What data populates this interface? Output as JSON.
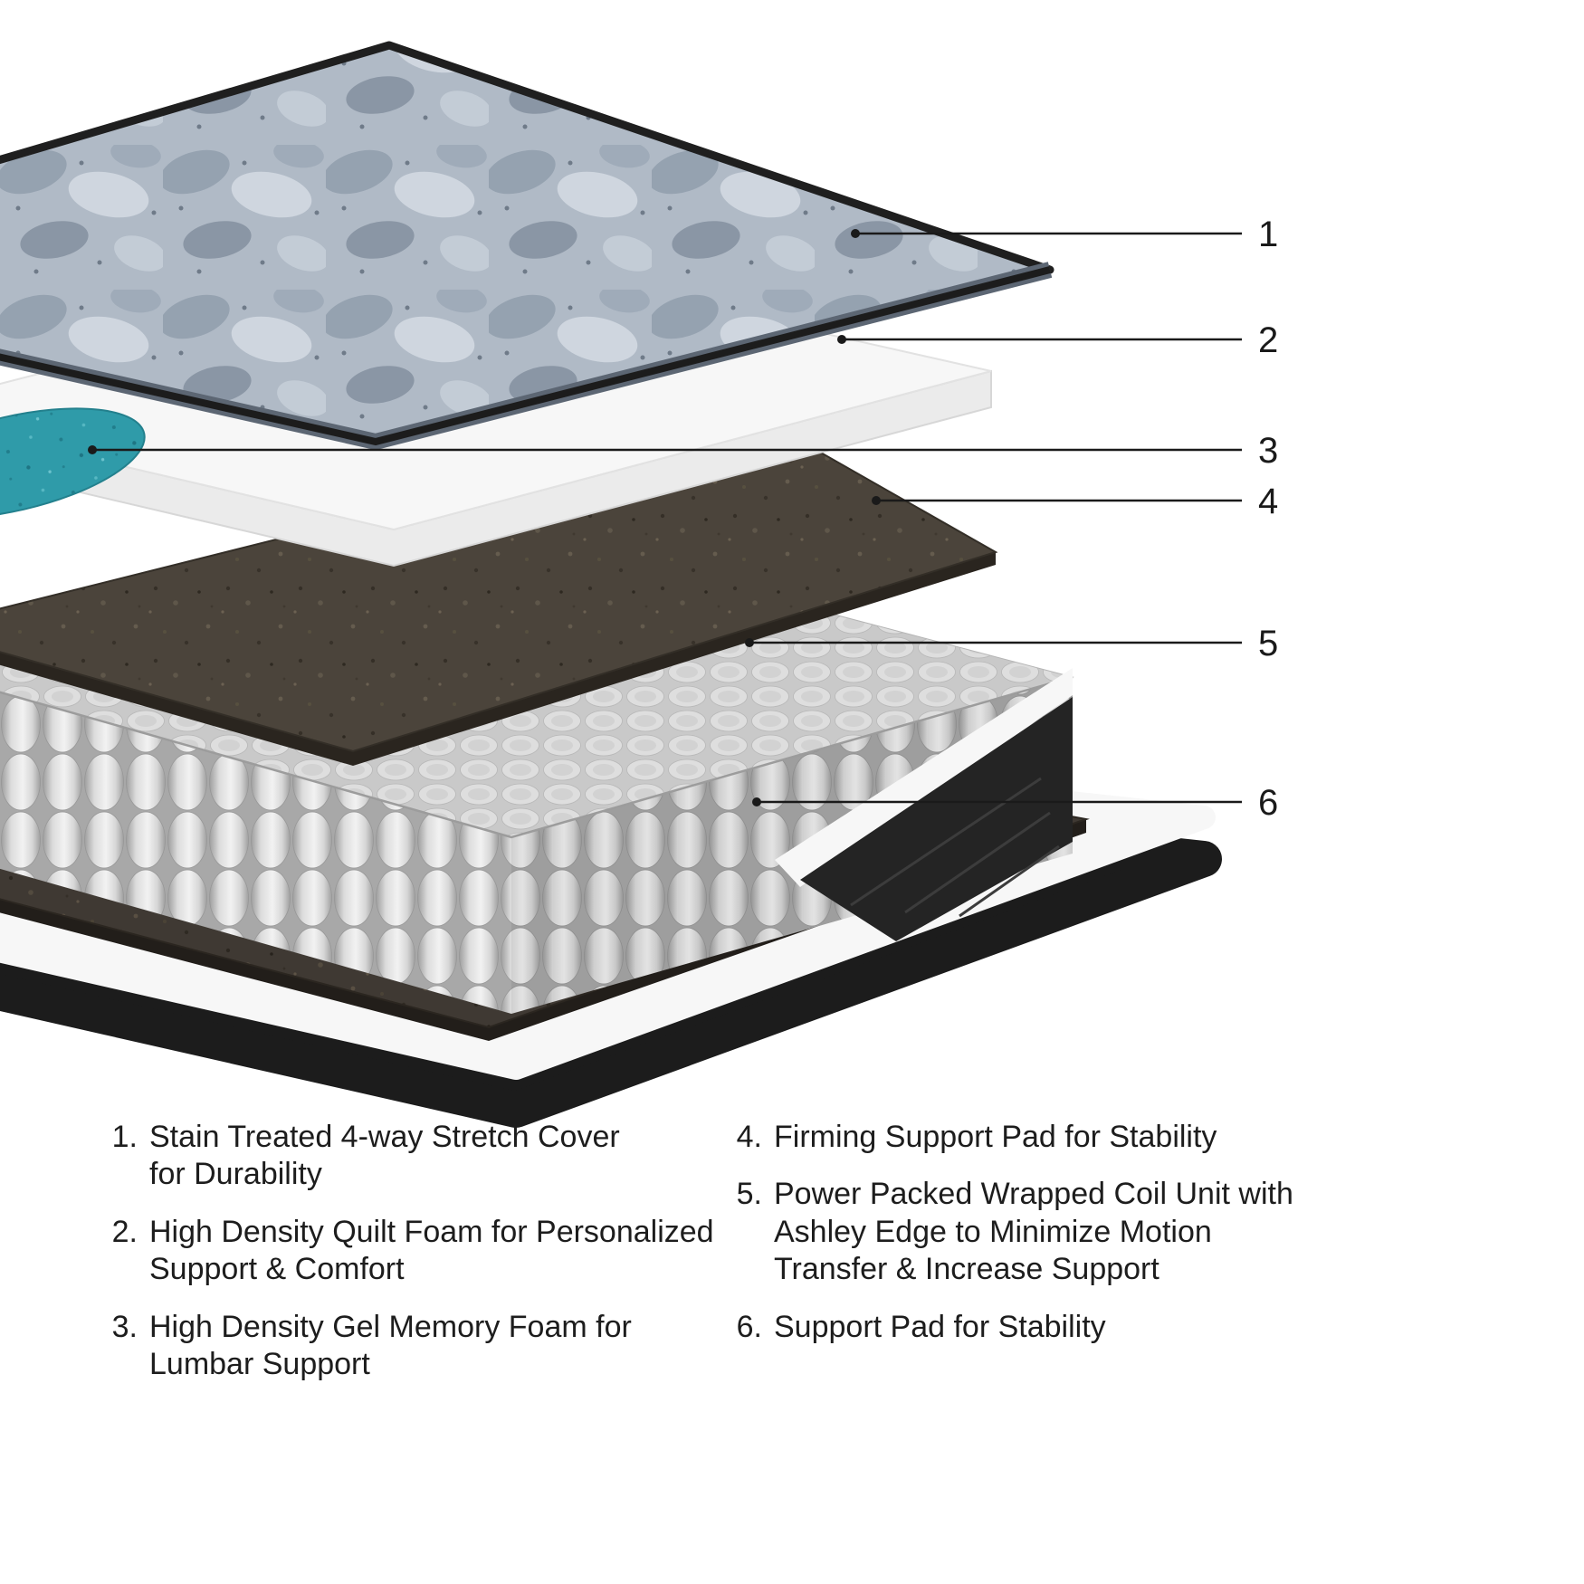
{
  "callouts": [
    {
      "number": "1"
    },
    {
      "number": "2"
    },
    {
      "number": "3"
    },
    {
      "number": "4"
    },
    {
      "number": "5"
    },
    {
      "number": "6"
    }
  ],
  "legend": {
    "left": [
      {
        "number": "1.",
        "text": "Stain Treated 4-way Stretch Cover\nfor Durability"
      },
      {
        "number": "2.",
        "text": "High Density Quilt Foam for Personalized\nSupport & Comfort"
      },
      {
        "number": "3.",
        "text": "High Density Gel Memory Foam for\nLumbar Support"
      }
    ],
    "right": [
      {
        "number": "4.",
        "text": "Firming Support Pad for Stability"
      },
      {
        "number": "5.",
        "text": "Power Packed Wrapped Coil Unit with\nAshley Edge to Minimize Motion\nTransfer & Increase Support"
      },
      {
        "number": "6.",
        "text": "Support Pad for Stability"
      }
    ]
  },
  "illustration": {
    "layer_names": [
      "stain-treated-stretch-cover",
      "high-density-quilt-foam",
      "gel-memory-foam",
      "firming-support-pad",
      "wrapped-coil-unit-with-edge",
      "bottom-support-pad-and-base"
    ]
  },
  "colors": {
    "background": "#ffffff",
    "callout_line": "#1a1a1a",
    "text": "#1d1d1d",
    "cover_fabric": "#b0bac6",
    "foam_white": "#f7f7f7",
    "gel_teal": "#2f9ba9",
    "support_pad": "#4b443b",
    "coil_gray": "#e8e8e8",
    "edge_wedge": "#242424",
    "base_black": "#1c1c1c"
  }
}
